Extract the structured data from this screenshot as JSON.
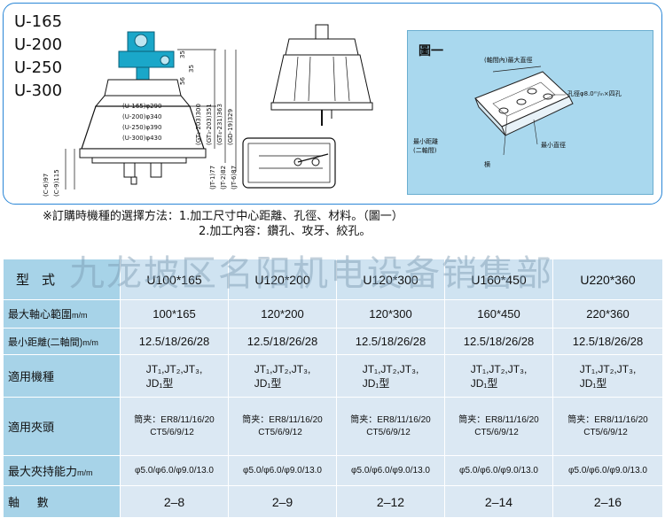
{
  "figure": {
    "models": [
      "U-165",
      "U-200",
      "U-250",
      "U-300"
    ],
    "front_view": {
      "diameters": [
        "(U-165)φ290",
        "(U-200)φ340",
        "(U-250)φ390",
        "(U-300)φ430"
      ],
      "dims_right": [
        "35",
        "56",
        "35"
      ],
      "dims_vertical": [
        "(GT₂-203)300",
        "(GT₃-203)351",
        "(GT₄-231)363",
        "(GD-19)329"
      ],
      "dims_left": [
        "(C-6)97",
        "(C-9)115"
      ],
      "dims_lower": [
        "(JT-1)77",
        "(JT-2)82",
        "(JT-6)87"
      ]
    },
    "figure1": {
      "title": "圖一",
      "label_max_diameter": "(軸間內)最大直徑",
      "label_hole": "孔徑φ8.0ᵐ/ₘ×四孔",
      "label_min_distance": "最小距離(二軸間)",
      "label_min_diameter": "最小直徑",
      "label_base": "横"
    }
  },
  "instructions": {
    "line1": "※訂購時機種的選擇方法：1.加工尺寸中心距離、孔徑、材料。（圖一）",
    "line2": "2.加工內容：鑽孔、攻牙、絞孔。"
  },
  "watermark": "九龙坡区名阳机电设备销售部",
  "table": {
    "header_label": "型式",
    "models": [
      "U100*165",
      "U120*200",
      "U120*300",
      "U160*450",
      "U220*360"
    ],
    "rows": [
      {
        "label": "最大軸心範圍",
        "unit": "m/m",
        "values": [
          "100*165",
          "120*200",
          "120*300",
          "160*450",
          "220*360"
        ]
      },
      {
        "label": "最小距離(二軸間)",
        "unit": "m/m",
        "values": [
          "12.5/18/26/28",
          "12.5/18/26/28",
          "12.5/18/26/28",
          "12.5/18/26/28",
          "12.5/18/26/28"
        ]
      },
      {
        "label": "適用機種",
        "unit": "",
        "line1": "JT₁,JT₂,JT₃,",
        "line2": "JD₁型"
      },
      {
        "label": "適用夾頭",
        "unit": "",
        "line1": "筒夹：ER8/11/16/20",
        "line2": "CT5/6/9/12"
      },
      {
        "label": "最大夾持能力",
        "unit": "m/m",
        "value": "φ5.0/φ6.0/φ9.0/13.0"
      },
      {
        "label": "軸 數",
        "unit": "",
        "values": [
          "2–8",
          "2–9",
          "2–12",
          "2–14",
          "2–16"
        ]
      }
    ]
  },
  "colors": {
    "panel_border": "#2a86d6",
    "header_bg": "#a7d3e8",
    "cell_bg": "#dbe8f3",
    "figure1_bg": "#a9d8ee",
    "chuck_blue": "#1aa7c9"
  }
}
